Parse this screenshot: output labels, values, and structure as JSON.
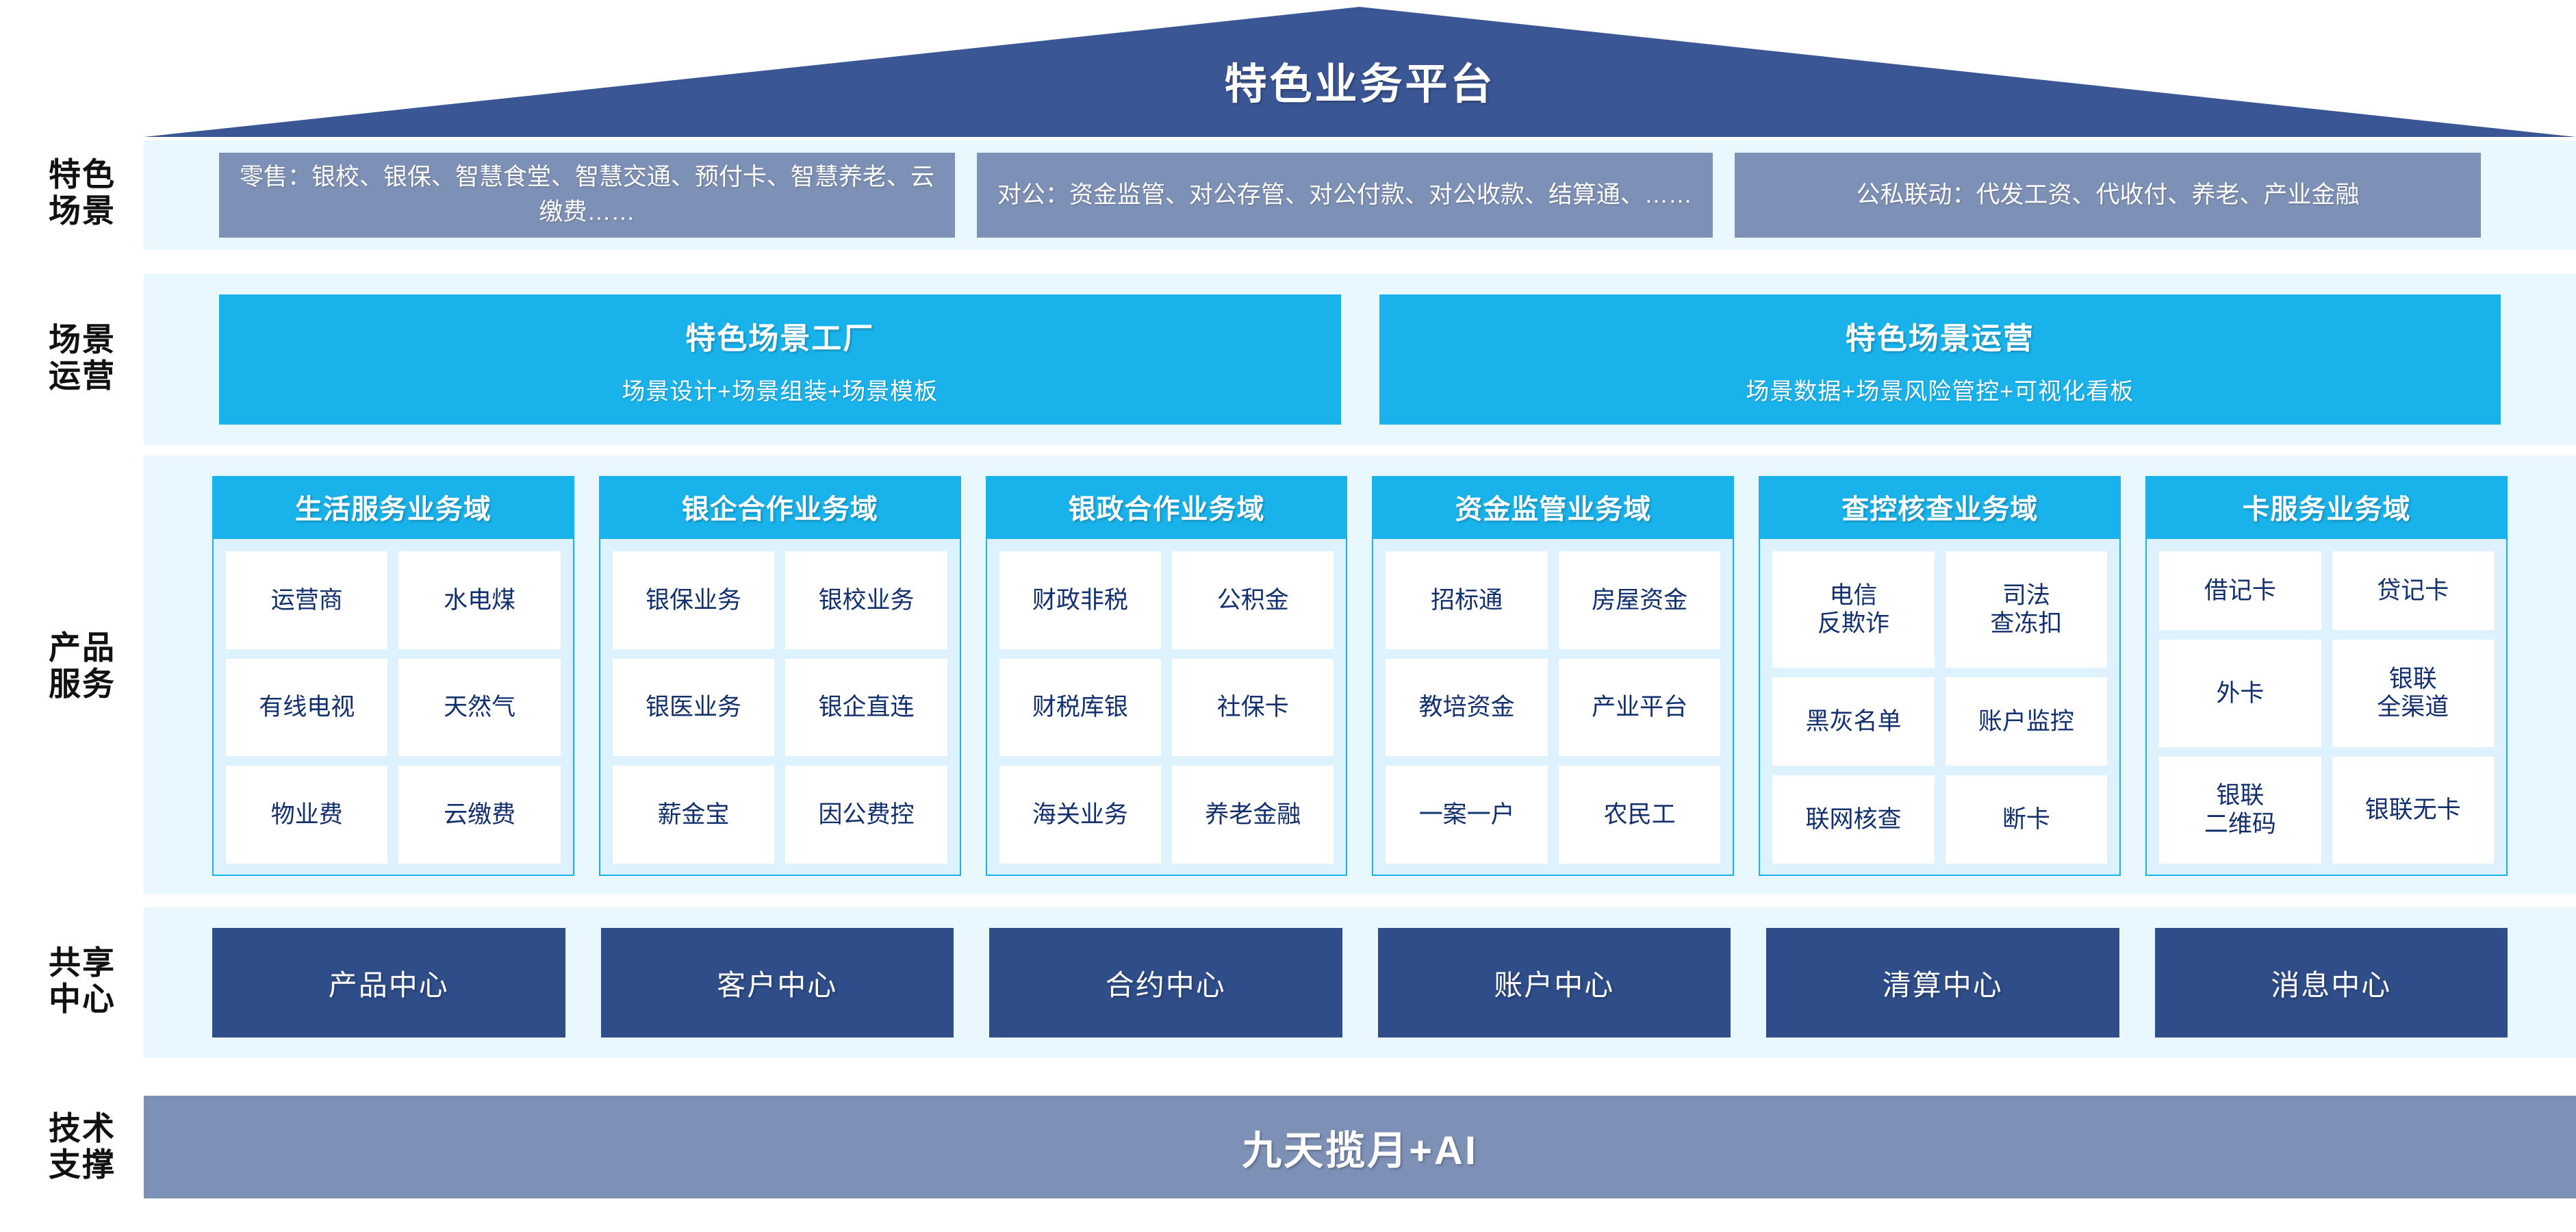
{
  "header": {
    "title": "特色业务平台",
    "banner_color": "#3a5694"
  },
  "colors": {
    "panel_bg": "#e9f7fe",
    "scene_box": "#7d90b5",
    "cyan": "#19b2ea",
    "navy": "#2f4d89",
    "cell_text": "#12306e"
  },
  "rows": {
    "scenes": {
      "label": "特色\n场景",
      "boxes": [
        "零售：银校、银保、智慧食堂、智慧交通、预付卡、智慧养老、云缴费……",
        "对公：资金监管、对公存管、对公付款、对公收款、结算通、……",
        "公私联动：代发工资、代收付、养老、产业金融"
      ]
    },
    "operations": {
      "label": "场景\n运营",
      "boxes": [
        {
          "title": "特色场景工厂",
          "subtitle": "场景设计+场景组装+场景模板"
        },
        {
          "title": "特色场景运营",
          "subtitle": "场景数据+场景风险管控+可视化看板"
        }
      ]
    },
    "products": {
      "label": "产品\n服务",
      "domains": [
        {
          "title": "生活服务业务域",
          "cells": [
            "运营商",
            "水电煤",
            "有线电视",
            "天然气",
            "物业费",
            "云缴费"
          ]
        },
        {
          "title": "银企合作业务域",
          "cells": [
            "银保业务",
            "银校业务",
            "银医业务",
            "银企直连",
            "薪金宝",
            "因公费控"
          ]
        },
        {
          "title": "银政合作业务域",
          "cells": [
            "财政非税",
            "公积金",
            "财税库银",
            "社保卡",
            "海关业务",
            "养老金融"
          ]
        },
        {
          "title": "资金监管业务域",
          "cells": [
            "招标通",
            "房屋资金",
            "教培资金",
            "产业平台",
            "一案一户",
            "农民工"
          ]
        },
        {
          "title": "查控核查业务域",
          "cells": [
            "电信\n反欺诈",
            "司法\n查冻扣",
            "黑灰名单",
            "账户监控",
            "联网核查",
            "断卡"
          ]
        },
        {
          "title": "卡服务业务域",
          "cells": [
            "借记卡",
            "贷记卡",
            "外卡",
            "银联\n全渠道",
            "银联\n二维码",
            "银联无卡"
          ]
        }
      ]
    },
    "shared": {
      "label": "共享\n中心",
      "boxes": [
        "产品中心",
        "客户中心",
        "合约中心",
        "账户中心",
        "清算中心",
        "消息中心"
      ]
    },
    "tech": {
      "label": "技术\n支撑",
      "band": "九天揽月+AI"
    }
  }
}
